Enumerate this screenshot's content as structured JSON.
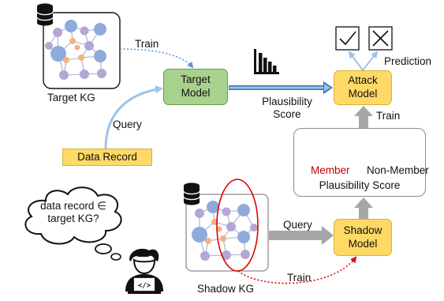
{
  "target_kg": {
    "label": "Target KG"
  },
  "shadow_kg": {
    "label": "Shadow KG"
  },
  "target_model": {
    "line1": "Target",
    "line2": "Model"
  },
  "attack_model": {
    "line1": "Attack",
    "line2": "Model"
  },
  "shadow_model": {
    "line1": "Shadow",
    "line2": "Model"
  },
  "data_record": {
    "label": "Data Record"
  },
  "edges": {
    "train_top": "Train",
    "query_target": "Query",
    "plausibility_line1": "Plausibility",
    "plausibility_line2": "Score",
    "train_attack": "Train",
    "query_shadow": "Query",
    "train_shadow": "Train",
    "prediction": "Prediction"
  },
  "score_panel": {
    "member": "Member",
    "non_member": "Non-Member",
    "caption": "Plausibility Score"
  },
  "thought": {
    "line1": "data record ∈",
    "line2": "target KG?"
  },
  "colors": {
    "green_box": "#a9d18e",
    "yellow_box": "#ffd966",
    "member_text": "#c00000",
    "node_blue": "#8faadc",
    "node_purple": "#b4a7d6",
    "node_orange": "#f4b183",
    "train_dotted": "#5b9bd5",
    "shadow_train_dotted": "#e00000",
    "score_arrow": "#2e75b6",
    "gray_arrow": "#a6a6a6"
  },
  "icons": [
    "database-icon",
    "histogram-icon",
    "check-icon",
    "cross-icon",
    "hacker-laptop-icon"
  ]
}
